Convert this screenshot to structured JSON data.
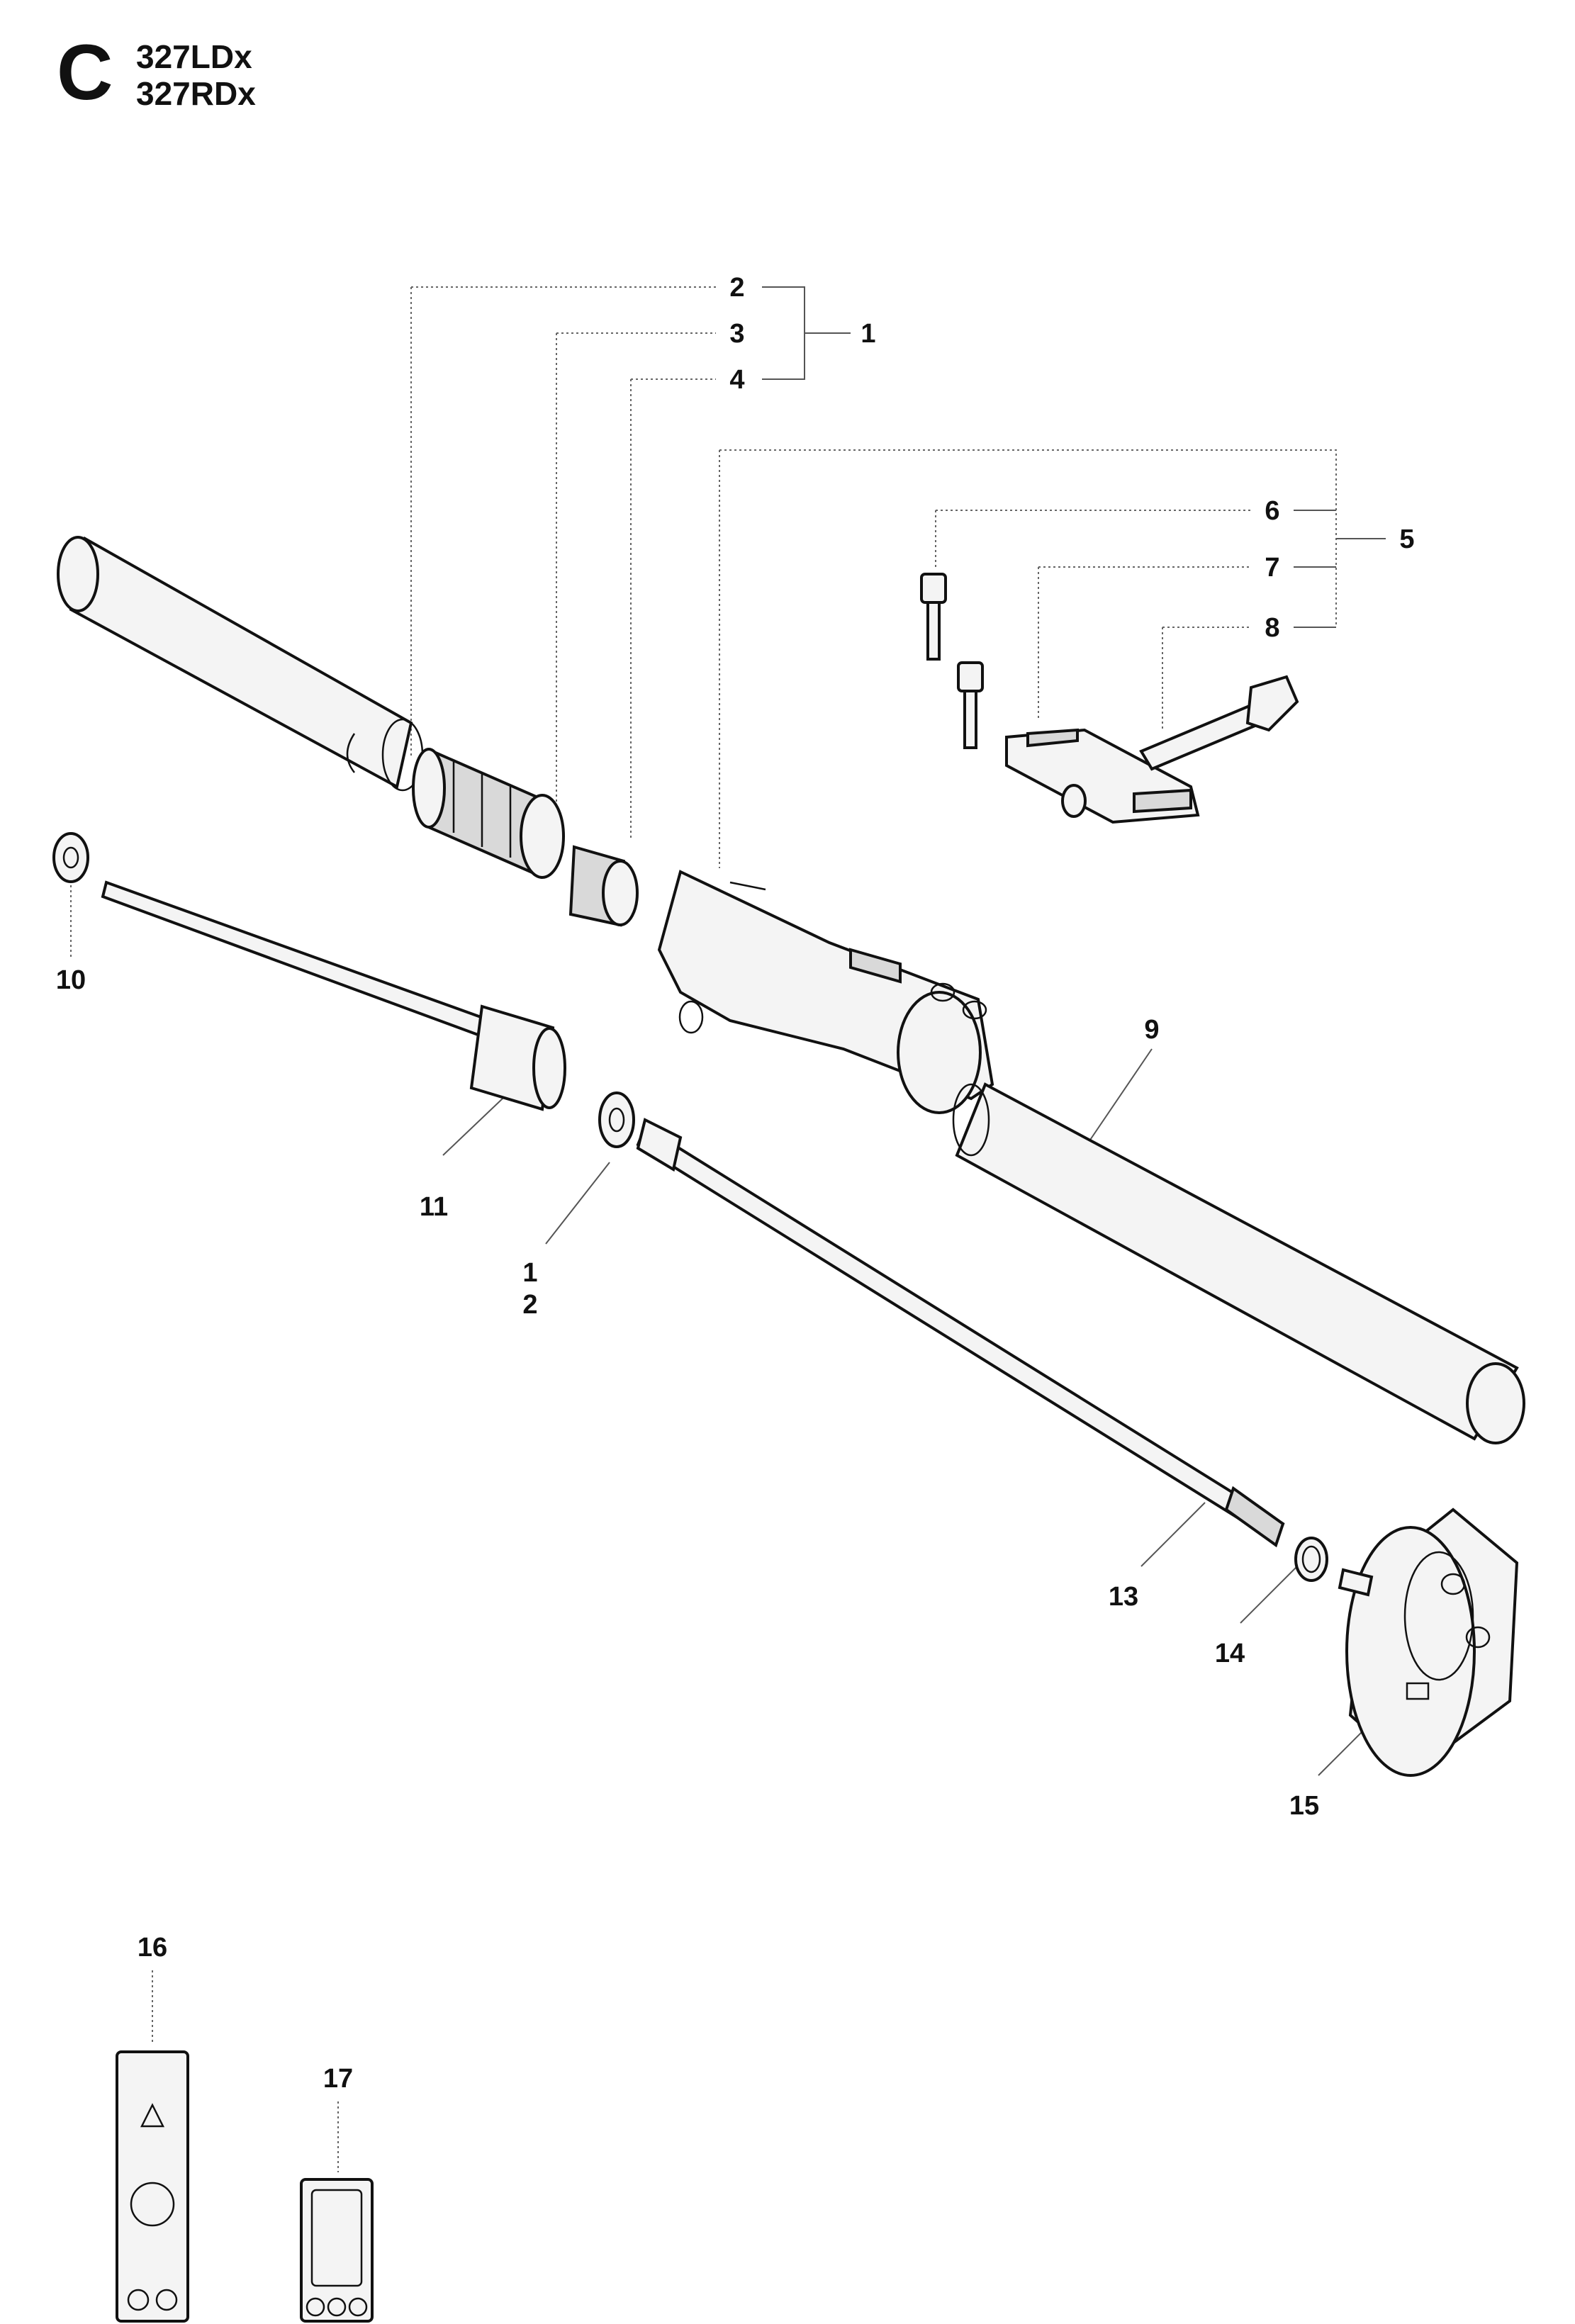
{
  "header": {
    "section_letter": "C",
    "models": [
      "327LDx",
      "327RDx"
    ]
  },
  "callouts": {
    "c2_top": "2",
    "c3_top": "3",
    "c4_top": "4",
    "c1_top": "1",
    "c5": "5",
    "c6": "6",
    "c7": "7",
    "c8": "8",
    "c9": "9",
    "c10": "10",
    "c11": "11",
    "c1_lower": "1",
    "c2_lower": "2",
    "c13": "13",
    "c14": "14",
    "c15": "15",
    "c16": "16",
    "c17": "17"
  }
}
